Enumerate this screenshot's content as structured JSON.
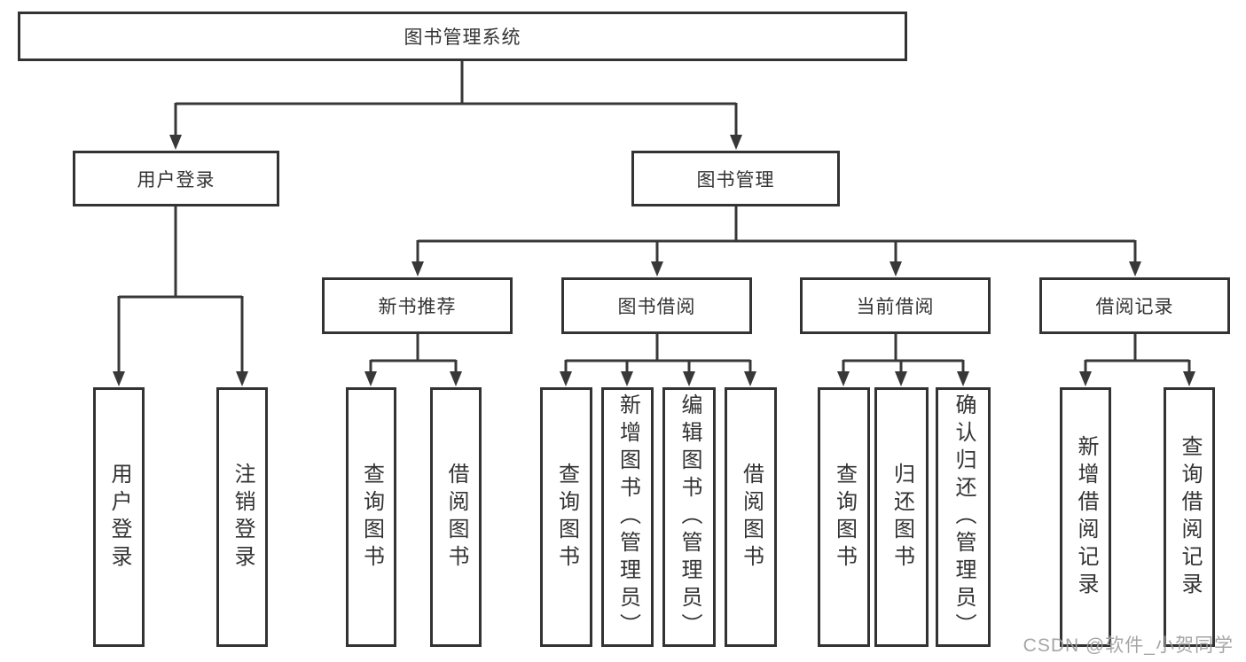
{
  "diagram": {
    "root": {
      "label": "图书管理系统"
    },
    "branches": [
      {
        "label": "用户登录",
        "children": [
          {
            "label": "用户登录"
          },
          {
            "label": "注销登录"
          }
        ]
      },
      {
        "label": "图书管理",
        "children": [
          {
            "label": "新书推荐",
            "children": [
              {
                "label": "查询图书"
              },
              {
                "label": "借阅图书"
              }
            ]
          },
          {
            "label": "图书借阅",
            "children": [
              {
                "label": "查询图书"
              },
              {
                "label": "新增图书（管理员）"
              },
              {
                "label": "编辑图书（管理员）"
              },
              {
                "label": "借阅图书"
              }
            ]
          },
          {
            "label": "当前借阅",
            "children": [
              {
                "label": "查询图书"
              },
              {
                "label": "归还图书"
              },
              {
                "label": "确认归还（管理员）"
              }
            ]
          },
          {
            "label": "借阅记录",
            "children": [
              {
                "label": "新增借阅记录"
              },
              {
                "label": "查询借阅记录"
              }
            ]
          }
        ]
      }
    ]
  },
  "watermark": {
    "text": "CSDN @软件_小贺同学"
  },
  "colors": {
    "line": "#383838",
    "border": "#333333",
    "text": "#333333",
    "background": "#ffffff",
    "watermark": "#9e9e9e"
  }
}
